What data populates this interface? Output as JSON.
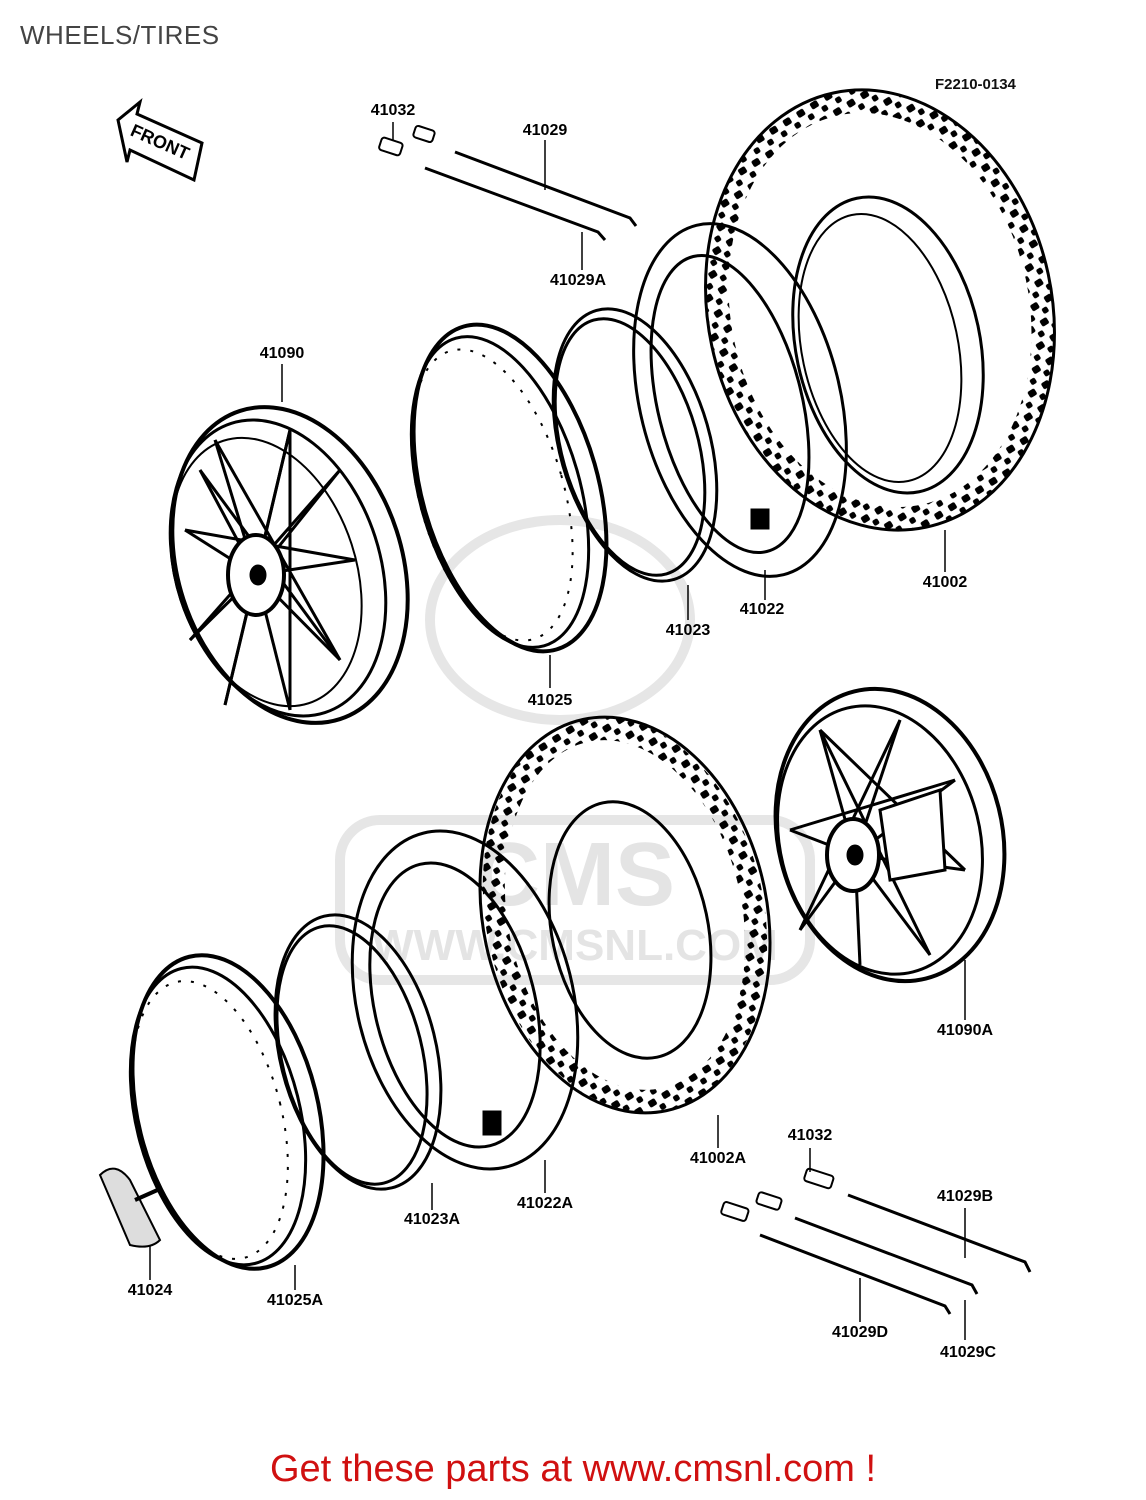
{
  "title": "WHEELS/TIRES",
  "figure_code": "F2210-0134",
  "front_arrow": {
    "label": "FRONT"
  },
  "watermark": {
    "brand": "CMS",
    "url": "WWW.CMSNL.COM"
  },
  "part_labels": {
    "p41032_top": "41032",
    "p41029": "41029",
    "p41029A": "41029A",
    "p41090": "41090",
    "p41025": "41025",
    "p41023": "41023",
    "p41022": "41022",
    "p41002": "41002",
    "p41090A": "41090A",
    "p41002A": "41002A",
    "p41022A": "41022A",
    "p41023A": "41023A",
    "p41025A": "41025A",
    "p41024": "41024",
    "p41032_bottom": "41032",
    "p41029B": "41029B",
    "p41029C": "41029C",
    "p41029D": "41029D"
  },
  "footer": {
    "text": "Get these parts at www.cmsnl.com !"
  },
  "colors": {
    "footer": "#d01010",
    "ink": "#000000",
    "watermark": "#e6e6e6"
  }
}
